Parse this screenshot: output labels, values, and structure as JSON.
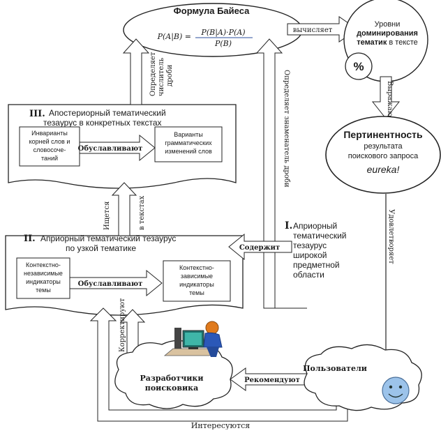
{
  "bayes": {
    "title": "Формула Байеса",
    "formula_lhs": "P(A|B) =",
    "formula_num": "P(B|A)·P(A)",
    "formula_den": "P(B)"
  },
  "levels": {
    "line1": "Уровни",
    "line2": "доминирования",
    "line3_bold": "тематик",
    "line3_rest": " в тексте",
    "percent": "%"
  },
  "pertinence": {
    "title": "Пертинентность",
    "line2": "результата",
    "line3": "поискового запроса",
    "eureka": "eureka!"
  },
  "thesaurus3": {
    "number": "III.",
    "title1": "Апостериорный тематический",
    "title2": "тезаурус в конкретных текстах",
    "inv1": "Инварианты",
    "inv2": "корней слов и",
    "inv3": "словосоче-",
    "inv4": "таний",
    "var1": "Варианты",
    "var2": "грамматических",
    "var3": "изменений слов",
    "arrow": "Обуславливают"
  },
  "thesaurus2": {
    "number": "II.",
    "title1": "Априорный тематический тезаурус",
    "title2": "по узкой тематике",
    "ind1_1": "Контекстно-",
    "ind1_2": "независимые",
    "ind1_3": "индикаторы",
    "ind1_4": "темы",
    "ind2_1": "Контекстно-",
    "ind2_2": "зависимые",
    "ind2_3": "индикаторы",
    "ind2_4": "темы",
    "arrow": "Обуславливают"
  },
  "thesaurus1": {
    "number": "I.",
    "line1": "Априорный",
    "line2": "тематический",
    "line3": "тезаурус",
    "line4": "широкой",
    "line5": "предметной",
    "line6": "области"
  },
  "labels": {
    "calculates": "вычисляет",
    "numerator1": "Определяет",
    "numerator2": "числитель",
    "numerator3": "дроби",
    "denominator": "Определяет знаменатель дроби",
    "expresses": "Выражают",
    "searched1": "Ищется",
    "searched2": "в текстах",
    "contains": "Содержит",
    "satisfies": "Удовлетворяет",
    "corrects": "Корректируют",
    "recommend": "Рекомендуют",
    "interested": "Интересуются"
  },
  "developers": {
    "line1": "Разработчики",
    "line2": "поисковика"
  },
  "users": {
    "label": "Пользователи"
  },
  "colors": {
    "smiley": "#9cc3ea",
    "formula_blue": "#2a4d9e",
    "arrow_fill": "#ffffff",
    "stroke": "#222222",
    "title_green": "#1f5f1f"
  }
}
